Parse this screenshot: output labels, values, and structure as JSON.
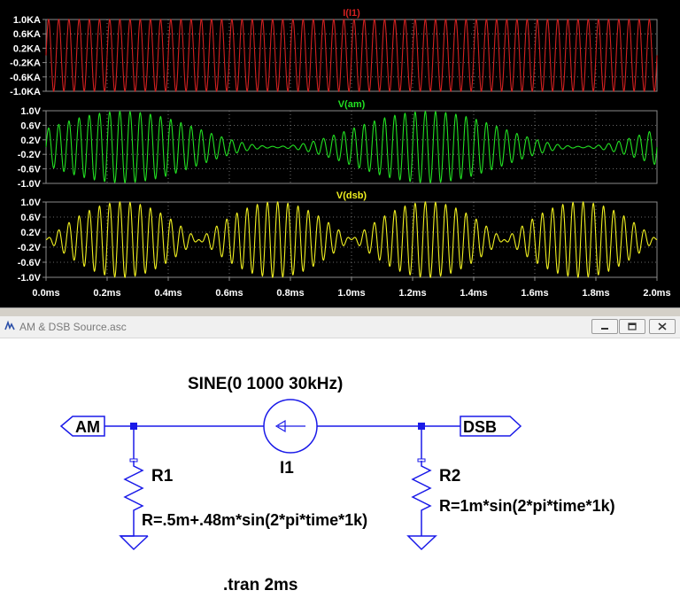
{
  "plot": {
    "time_ticks": [
      "0.0ms",
      "0.2ms",
      "0.4ms",
      "0.6ms",
      "0.8ms",
      "1.0ms",
      "1.2ms",
      "1.4ms",
      "1.6ms",
      "1.8ms",
      "2.0ms"
    ],
    "background": "#000000",
    "grid_color": "#8a8a8a",
    "panes": [
      {
        "trace_name": "I(I1)",
        "color": "#d42020",
        "y_ticks": [
          "1.0KA",
          "0.6KA",
          "0.2KA",
          "-0.2KA",
          "-0.6KA",
          "-1.0KA"
        ]
      },
      {
        "trace_name": "V(am)",
        "color": "#22e022",
        "y_ticks": [
          "1.0V",
          "0.6V",
          "0.2V",
          "-0.2V",
          "-0.6V",
          "-1.0V"
        ]
      },
      {
        "trace_name": "V(dsb)",
        "color": "#f0f020",
        "y_ticks": [
          "1.0V",
          "0.6V",
          "0.2V",
          "-0.2V",
          "-0.6V",
          "-1.0V"
        ]
      }
    ]
  },
  "chart_data": [
    {
      "type": "line",
      "series": [
        {
          "name": "I(I1)",
          "expr": "1000*sin(2*pi*30000*t)"
        }
      ],
      "x": {
        "min": 0,
        "max": 2,
        "unit": "ms"
      },
      "ylim": [
        -1000,
        1000
      ],
      "yunit": "A",
      "grid": true
    },
    {
      "type": "line",
      "series": [
        {
          "name": "V(am)",
          "expr": "1000*sin(2*pi*30000*t)*(0.0005+0.00048*sin(2*pi*1000*t))"
        }
      ],
      "x": {
        "min": 0,
        "max": 2,
        "unit": "ms"
      },
      "ylim": [
        -1,
        1
      ],
      "yunit": "V",
      "grid": true
    },
    {
      "type": "line",
      "series": [
        {
          "name": "V(dsb)",
          "expr": "1000*sin(2*pi*30000*t)*0.001*sin(2*pi*1000*t)"
        }
      ],
      "x": {
        "min": 0,
        "max": 2,
        "unit": "ms"
      },
      "ylim": [
        -1,
        1
      ],
      "yunit": "V",
      "grid": true
    }
  ],
  "schematic_window": {
    "title": "AM & DSB Source.asc",
    "wire_color": "#1a1ae8",
    "labels": {
      "source_value": "SINE(0 1000 30kHz)",
      "source_name": "I1",
      "net_am": "AM",
      "net_dsb": "DSB",
      "r1_name": "R1",
      "r1_value": "R=.5m+.48m*sin(2*pi*time*1k)",
      "r2_name": "R2",
      "r2_value": "R=1m*sin(2*pi*time*1k)",
      "directive": ".tran 2ms"
    }
  }
}
